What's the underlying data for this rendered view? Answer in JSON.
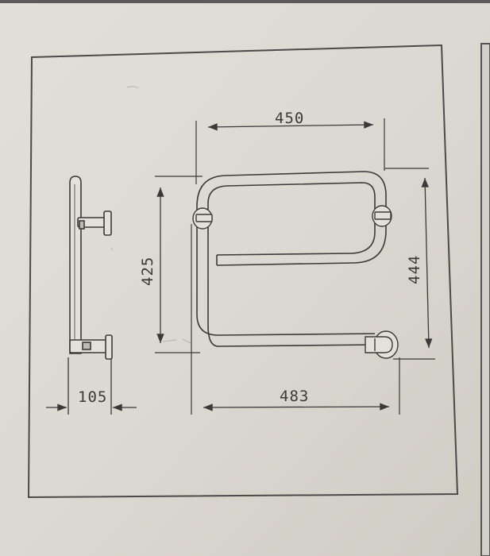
{
  "diagram": {
    "subject": "towel-rail technical drawing",
    "dimensions": {
      "top_width": "450",
      "left_height": "425",
      "right_height": "444",
      "bottom_width": "483",
      "side_depth": "105"
    },
    "colors": {
      "paper": "#dedbd4",
      "paper_shadow": "#c9c5bd",
      "ink": "#3a3a3a",
      "frame": "#4a4a4a",
      "pipe_fill": "#e4e1da"
    }
  }
}
